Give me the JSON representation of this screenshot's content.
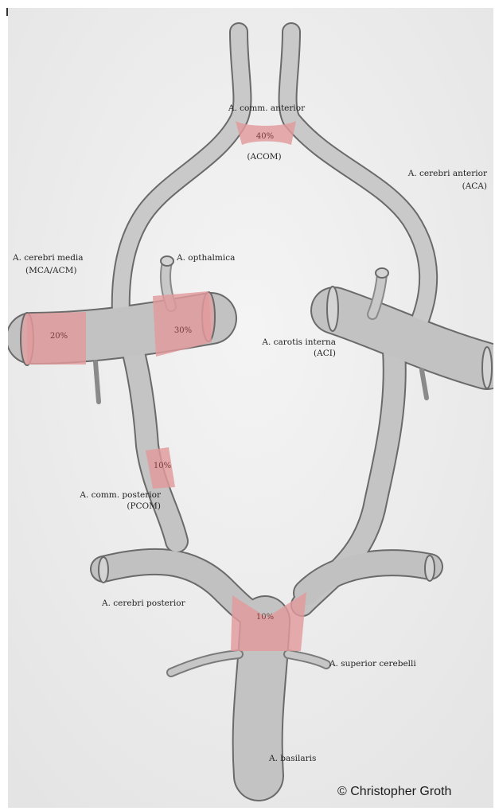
{
  "labels": {
    "acom_title": "A. comm. anterior",
    "acom_abbr": "(ACOM)",
    "aca_title": "A. cerebri anterior",
    "aca_abbr": "(ACA)",
    "mca_title": "A. cerebri media",
    "mca_abbr": "(MCA/ACM)",
    "ophthalmica": "A. opthalmica",
    "ica_title": "A. carotis interna",
    "ica_abbr": "(ACI)",
    "pcom_title": "A. comm. posterior",
    "pcom_abbr": "(PCOM)",
    "pca": "A. cerebri posterior",
    "sca": "A. superior cerebelli",
    "basilaris": "A. basilaris"
  },
  "percentages": {
    "acom": "40%",
    "mca": "20%",
    "ica": "30%",
    "pcom": "10%",
    "basilar_tip": "10%"
  },
  "credit": "© Christopher Groth",
  "colors": {
    "background": "#eaeaea",
    "vessel": "#c6c6c6",
    "vessel_outline": "#6a6a6a",
    "highlight": "#e29a9c"
  }
}
